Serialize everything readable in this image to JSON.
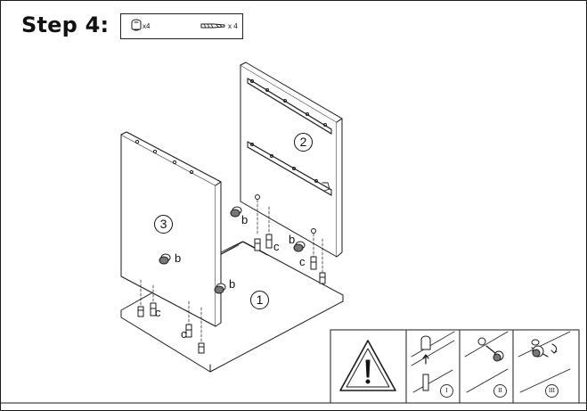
{
  "header": {
    "title": "Step 4:"
  },
  "parts": [
    {
      "icon": "cam-lock-icon",
      "qty": "x4"
    },
    {
      "icon": "dowel-screw-icon",
      "qty": "x 4"
    }
  ],
  "labels": {
    "panel_1": "1",
    "panel_2": "2",
    "panel_3": "3",
    "b": "b",
    "c": "c"
  },
  "detail": {
    "warning_icon": "warning-triangle-icon",
    "steps": [
      "I",
      "II",
      "III"
    ]
  },
  "colors": {
    "line": "#1a1a1a",
    "fill": "#ffffff",
    "hardware": "#555555"
  }
}
